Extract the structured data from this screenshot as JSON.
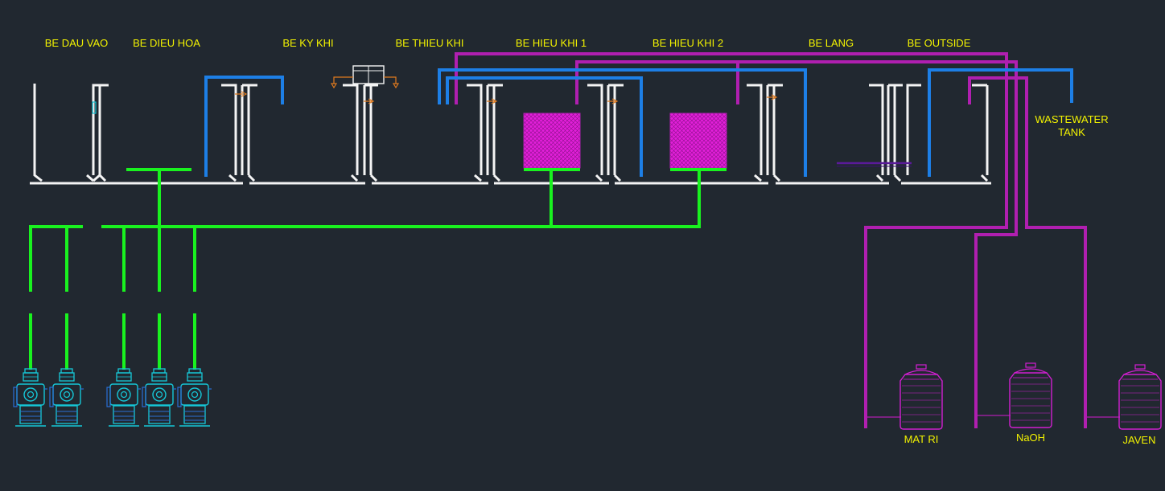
{
  "diagram": {
    "tank_labels": [
      "BE DAU VAO",
      "BE DIEU HOA",
      "BE KY KHI",
      "BE THIEU KHI",
      "BE HIEU KHI 1",
      "BE HIEU KHI 2",
      "BE LANG",
      "BE OUTSIDE"
    ],
    "wastewater_tank": [
      "WASTEWATER",
      "TANK"
    ],
    "chemical_tanks": [
      "MAT RI",
      "NaOH",
      "JAVEN"
    ],
    "blower_count": 5,
    "aeration_diffuser_count": 2
  },
  "colors": {
    "background": "#212830",
    "label": "#f3f300",
    "tank_wall": "#f4f4f4",
    "return_pipe": "#1d7fe6",
    "chemical_pipe": "#b01fb0",
    "air_pipe": "#19f21f",
    "diffuser_media": "#e21fd9",
    "blower": "#16c8d8"
  },
  "icons": [
    "blower-icon",
    "chemical-tank-icon",
    "mixer-icon",
    "diffuser-icon"
  ]
}
